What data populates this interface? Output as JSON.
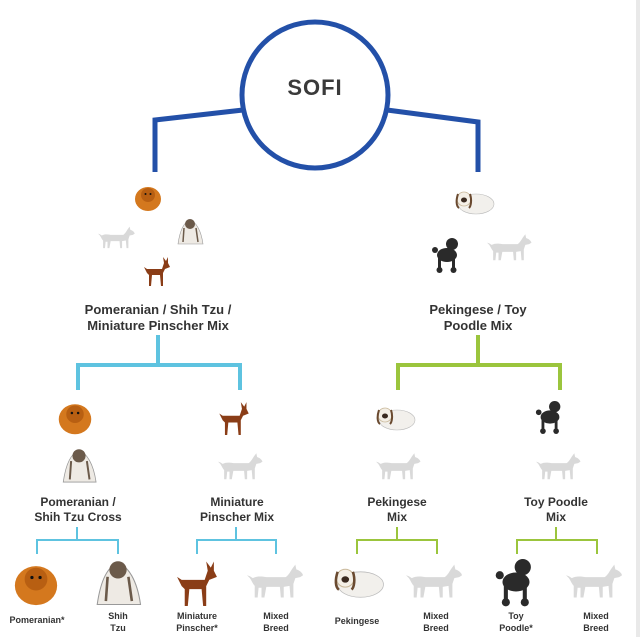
{
  "root": {
    "name": "SOFI"
  },
  "colors": {
    "root_branch": "#2350a8",
    "left_branch": "#5ec3e0",
    "right_branch": "#9bc53d",
    "placeholder_dog": "#d9d9d9",
    "pomeranian": "#d4781e",
    "shih_tzu": "#6b5a4a",
    "min_pin": "#8a3d17",
    "pekingese": "#cfc6b6",
    "toy_poodle": "#2a2a2a"
  },
  "level1": [
    {
      "line1": "Pomeranian / Shih Tzu /",
      "line2": "Miniature Pinscher Mix"
    },
    {
      "line1": "Pekingese / Toy",
      "line2": "Poodle Mix"
    }
  ],
  "level2": [
    {
      "line1": "Pomeranian /",
      "line2": "Shih Tzu Cross"
    },
    {
      "line1": "Miniature",
      "line2": "Pinscher Mix"
    },
    {
      "line1": "Pekingese",
      "line2": "Mix"
    },
    {
      "line1": "Toy Poodle",
      "line2": "Mix"
    }
  ],
  "level3": [
    {
      "line1": "Pomeranian*",
      "line2": ""
    },
    {
      "line1": "Shih",
      "line2": "Tzu"
    },
    {
      "line1": "Miniature",
      "line2": "Pinscher*"
    },
    {
      "line1": "Mixed",
      "line2": "Breed"
    },
    {
      "line1": "Pekingese",
      "line2": ""
    },
    {
      "line1": "Mixed",
      "line2": "Breed"
    },
    {
      "line1": "Toy",
      "line2": "Poodle*"
    },
    {
      "line1": "Mixed",
      "line2": "Breed"
    }
  ],
  "icons": [
    "pomeranian-icon",
    "shih-tzu-icon",
    "miniature-pinscher-icon",
    "pekingese-icon",
    "toy-poodle-icon",
    "mixed-breed-placeholder-icon"
  ]
}
